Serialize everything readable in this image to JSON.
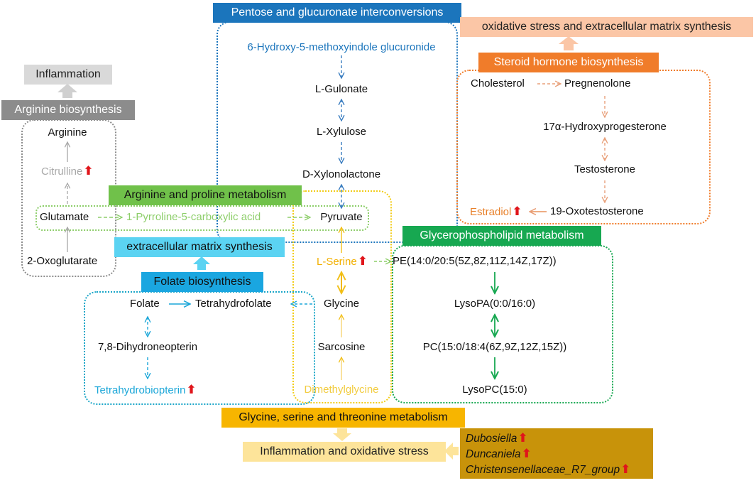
{
  "pathways": {
    "pentose": "Pentose and glucuronate interconversions",
    "oxidative_ecm": "oxidative stress and extracellular matrix synthesis",
    "steroid": "Steroid hormone biosynthesis",
    "inflammation": "Inflammation",
    "arginine_bios": "Arginine biosynthesis",
    "arg_proline": "Arginine and proline metabolism",
    "ecm": "extracellular matrix synthesis",
    "folate": "Folate biosynthesis",
    "glycerophospholipid": "Glycerophospholipid metabolism",
    "gly_ser_thr": "Glycine, serine and threonine metabolism",
    "inflam_oxidative": "Inflammation and oxidative stress"
  },
  "metabolites": {
    "hydroxy_glucuronide": "6-Hydroxy-5-methoxyindole glucuronide",
    "l_gulonate": "L-Gulonate",
    "l_xylulose": "L-Xylulose",
    "d_xylonolactone": "D-Xylonolactone",
    "pyruvate": "Pyruvate",
    "cholesterol": "Cholesterol",
    "pregnenolone": "Pregnenolone",
    "hydroxyprogesterone": "17α-Hydroxyprogesterone",
    "testosterone": "Testosterone",
    "estradiol": "Estradiol",
    "oxotestosterone": "19-Oxotestosterone",
    "arginine": "Arginine",
    "citrulline": "Citrulline",
    "glutamate": "Glutamate",
    "pyrroline": "1-Pyrroline-5-carboxylic acid",
    "oxoglutarate": "2-Oxoglutarate",
    "l_serine": "L-Serine",
    "glycine": "Glycine",
    "sarcosine": "Sarcosine",
    "dimethylglycine": "Dimethylglycine",
    "folate": "Folate",
    "tetrahydrofolate": "Tetrahydrofolate",
    "dihydroneopterin": "7,8-Dihydroneopterin",
    "tetrahydrobiopterin": "Tetrahydrobiopterin",
    "pe": "PE(14:0/20:5(5Z,8Z,11Z,14Z,17Z))",
    "lysopa": "LysoPA(0:0/16:0)",
    "pc": "PC(15:0/18:4(6Z,9Z,12Z,15Z))",
    "lysopc": "LysoPC(15:0)"
  },
  "bacteria": [
    "Dubosiella",
    "Duncaniela",
    "Christensenellaceae_R7_group"
  ],
  "colors": {
    "pentose": "#1b75bc",
    "steroid": "#f07c2a",
    "steroid_light": "#fbc6a6",
    "arginine_bios": "#8c8c8c",
    "inflammation_box": "#d9d9d9",
    "arg_proline": "#70c14a",
    "folate": "#1aa6e0",
    "ecm": "#5bd3f2",
    "glycerophospholipid": "#17a851",
    "gly_ser_thr": "#f7b500",
    "inflam_oxidative": "#fde49a",
    "bacteria": "#c8930a",
    "up_arrow": "#e0151b"
  }
}
